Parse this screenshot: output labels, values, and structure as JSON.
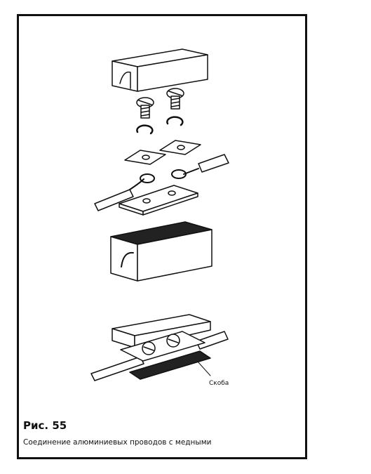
{
  "figure": {
    "number_label": "Рис. 55",
    "caption": "Соединение алюминиевых проводов с медными",
    "callout_bracket": "Скоба"
  },
  "colors": {
    "ink": "#111111",
    "paper": "#ffffff",
    "shade": "#555555"
  }
}
